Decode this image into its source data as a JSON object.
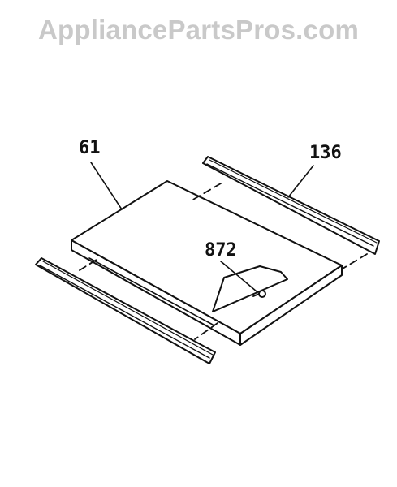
{
  "watermark": "AppliancePartsPros.com",
  "callouts": {
    "shelf": "61",
    "rail_right": "136",
    "bracket": "872"
  },
  "colors": {
    "ink": "#111111",
    "watermark": "#c9c9c9",
    "background": "#ffffff"
  }
}
